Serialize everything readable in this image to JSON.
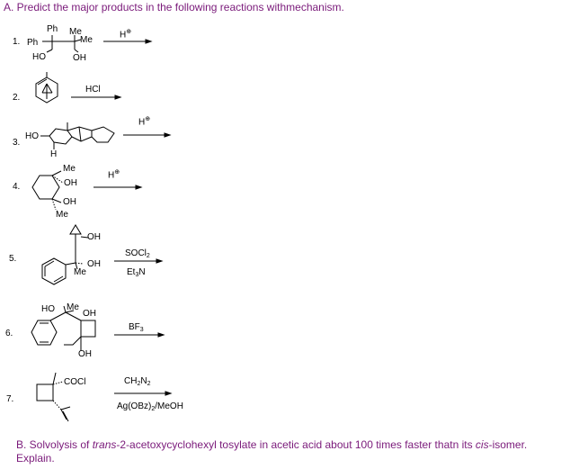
{
  "part_a": {
    "heading": "A. Predict the major products in the following reactions withmechanism."
  },
  "reactions": [
    {
      "number": "1.",
      "labels": {
        "ph_top": "Ph",
        "me_top": "Me",
        "ph_left": "Ph",
        "me_right": "Me",
        "ho": "HO",
        "oh": "OH"
      },
      "reagent": "H",
      "reagent_sup": "⊕"
    },
    {
      "number": "2.",
      "reagent": "HCl"
    },
    {
      "number": "3.",
      "labels": {
        "ho": "HO",
        "h": "H"
      },
      "reagent": "H",
      "reagent_sup": "⊕"
    },
    {
      "number": "4.",
      "labels": {
        "me_top": "Me",
        "oh_1": "OH",
        "oh_2": "OH",
        "me_bottom": "Me"
      },
      "reagent": "H",
      "reagent_sup": "⊕"
    },
    {
      "number": "5.",
      "labels": {
        "oh_1": "OH",
        "oh_2": "OH",
        "me": "Me"
      },
      "reagent": "SOCl",
      "reagent_sub": "2",
      "reagent_below": "Et",
      "reagent_below_sub": "3",
      "reagent_below_tail": "N"
    },
    {
      "number": "6.",
      "labels": {
        "ho": "HO",
        "me": "Me",
        "oh_1": "OH",
        "oh_2": "OH"
      },
      "reagent": "BF",
      "reagent_sub": "3"
    },
    {
      "number": "7.",
      "labels": {
        "cocl": "COCl"
      },
      "reagent": "CH",
      "reagent_sub": "2",
      "reagent_tail": "N",
      "reagent_tail_sub": "2",
      "reagent_below": "Ag(OBz)",
      "reagent_below_sub": "2",
      "reagent_below_tail": "/MeOH"
    }
  ],
  "part_b": {
    "prefix": "B. Solvolysis of ",
    "trans": "trans",
    "middle": "-2-acetoxycyclohexyl tosylate in acetic acid about 100 times faster thatn its ",
    "cis": "cis",
    "suffix": "-isomer. Explain."
  }
}
